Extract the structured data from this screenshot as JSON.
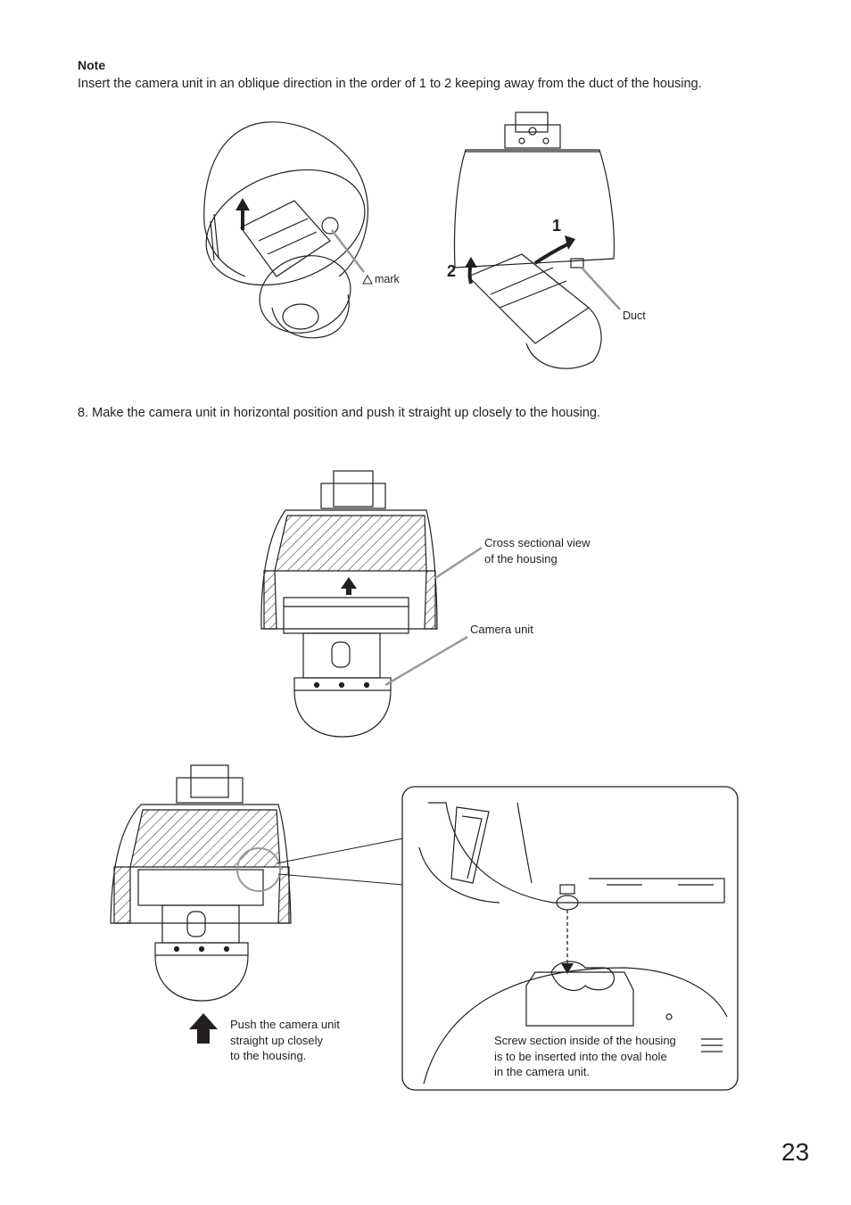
{
  "note": {
    "title": "Note",
    "body": "Insert the camera unit in an oblique direction in the order of 1 to 2 keeping away from the duct of the housing."
  },
  "figure1": {
    "mark_label": "mark",
    "step_1": "1",
    "step_2": "2",
    "duct_label": "Duct"
  },
  "step8": {
    "text": "8. Make the camera unit in horizontal position and push it straight up closely to the housing."
  },
  "figure2": {
    "cross_section_label": "Cross sectional view\nof the housing",
    "camera_unit_label": "Camera unit"
  },
  "figure3": {
    "push_label": "Push the camera unit\nstraight up closely\nto the housing.",
    "screw_label": "Screw section inside of the housing\nis to be inserted into the oval hole\nin the camera unit."
  },
  "page": {
    "number": "23"
  }
}
